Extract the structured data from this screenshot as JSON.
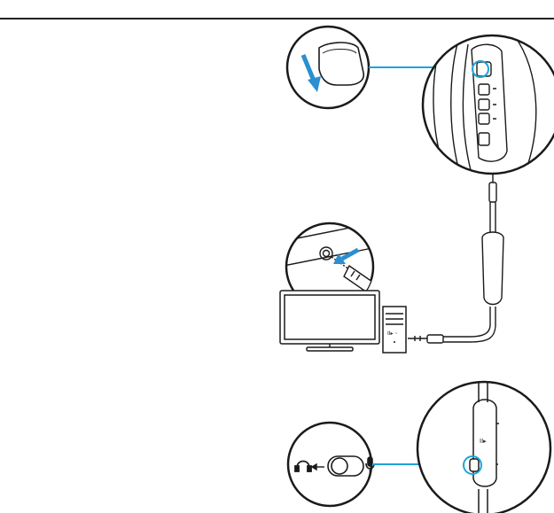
{
  "colors": {
    "line": "#1a1a1a",
    "accent": "#1ea4d8",
    "accent_fill": "#2b8fd0",
    "rule": "#222222",
    "background": "#ffffff"
  },
  "steps": [
    {
      "illustration": "headset-ear-cup-with-cable-port-cover"
    },
    {
      "illustration": "computer-with-audio-jack"
    },
    {
      "illustration": "inline-control-with-mic-mute-switch"
    }
  ],
  "icons": {
    "switch_left": "headphones-icon",
    "switch_arrow": "arrow-left-icon",
    "switch_right": "microphone-icon",
    "inline_button": "play-pause-icon",
    "tower_button": "play-pause-icon"
  }
}
